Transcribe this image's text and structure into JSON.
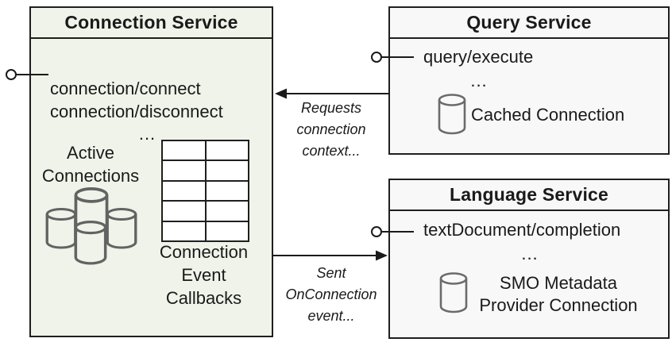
{
  "diagram": {
    "connection_service": {
      "title": "Connection Service",
      "methods": [
        "connection/connect",
        "connection/disconnect"
      ],
      "ellipsis": "...",
      "active_connections": {
        "lines": [
          "Active",
          "Connections"
        ]
      },
      "callbacks": {
        "lines": [
          "Connection",
          "Event",
          "Callbacks"
        ]
      }
    },
    "query_service": {
      "title": "Query Service",
      "methods": [
        "query/execute"
      ],
      "ellipsis": "...",
      "cached_connection_label": "Cached Connection"
    },
    "language_service": {
      "title": "Language Service",
      "methods": [
        "textDocument/completion"
      ],
      "ellipsis": "...",
      "smo_connection": {
        "lines": [
          "SMO Metadata",
          "Provider Connection"
        ]
      }
    },
    "arrows": {
      "requests": {
        "lines": [
          "Requests",
          "connection",
          "context..."
        ]
      },
      "sent": {
        "lines": [
          "Sent",
          "OnConnection",
          "event..."
        ]
      }
    },
    "icons": {
      "cluster": "active-connections-databases-icon",
      "query_db": "cached-connection-database-icon",
      "language_db": "smo-provider-database-icon"
    },
    "colors": {
      "connection_service_bg": "#eff3e9",
      "service_bg": "#f8f8f8",
      "border": "#1f1f1f",
      "icon_stroke": "#636363",
      "text": "#1a1a1a"
    }
  }
}
